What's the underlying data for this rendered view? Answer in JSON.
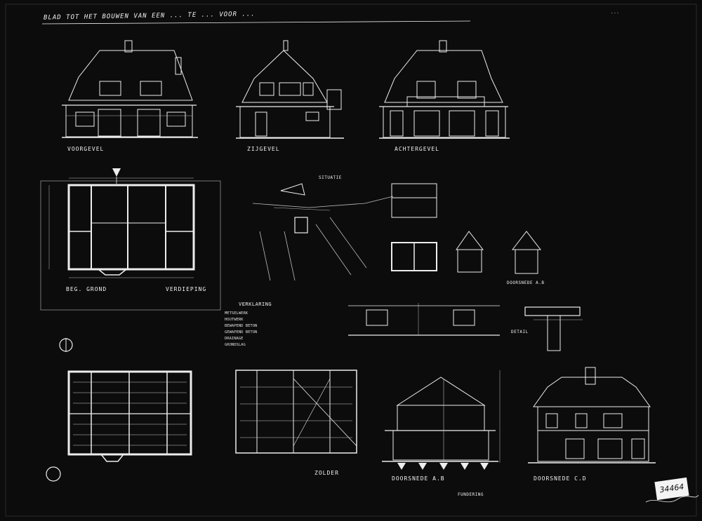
{
  "sheet": {
    "title": "BLAD TOT HET BOUWEN VAN EEN ...  TE ...  VOOR ...",
    "top_right_note": "..."
  },
  "elevations": {
    "front": "VOORGEVEL",
    "side": "ZIJGEVEL",
    "rear": "ACHTERGEVEL"
  },
  "plans": {
    "ground": "BEG. GROND",
    "first": "VERDIEPING",
    "roof": "ZOLDER",
    "situation": "SITUATIE"
  },
  "sections": {
    "ab": "DOORSNEDE A.B",
    "cd": "DOORSNEDE C.D",
    "shed": "DOORSNEDE A.B"
  },
  "details": {
    "detail": "DETAIL",
    "foundation": "FUNDERING"
  },
  "legend": {
    "title": "VERKLARING",
    "items": [
      "METSELWERK",
      "HOUTWERK",
      "BEWAPEND BETON",
      "GEWAPEND BETON",
      "DRAINAGE",
      "GRONDSLAG"
    ]
  },
  "stamp": "34464",
  "signature": "Signature"
}
